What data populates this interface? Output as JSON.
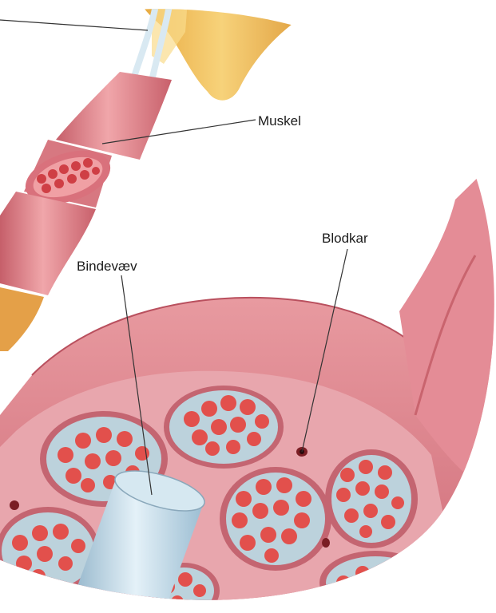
{
  "labels": {
    "muskel": "Muskel",
    "blodkar": "Blodkar",
    "bindevaev": "Bindevæv"
  },
  "colors": {
    "muscle": "#e0888e",
    "muscle_dark": "#c9646e",
    "muscle_light": "#f2b8b8",
    "fiber": "#e2504c",
    "fascicle_bg": "#bcd2dc",
    "tendon": "#f0c060",
    "nerve": "#bfdcec",
    "leader_line": "#333333"
  }
}
